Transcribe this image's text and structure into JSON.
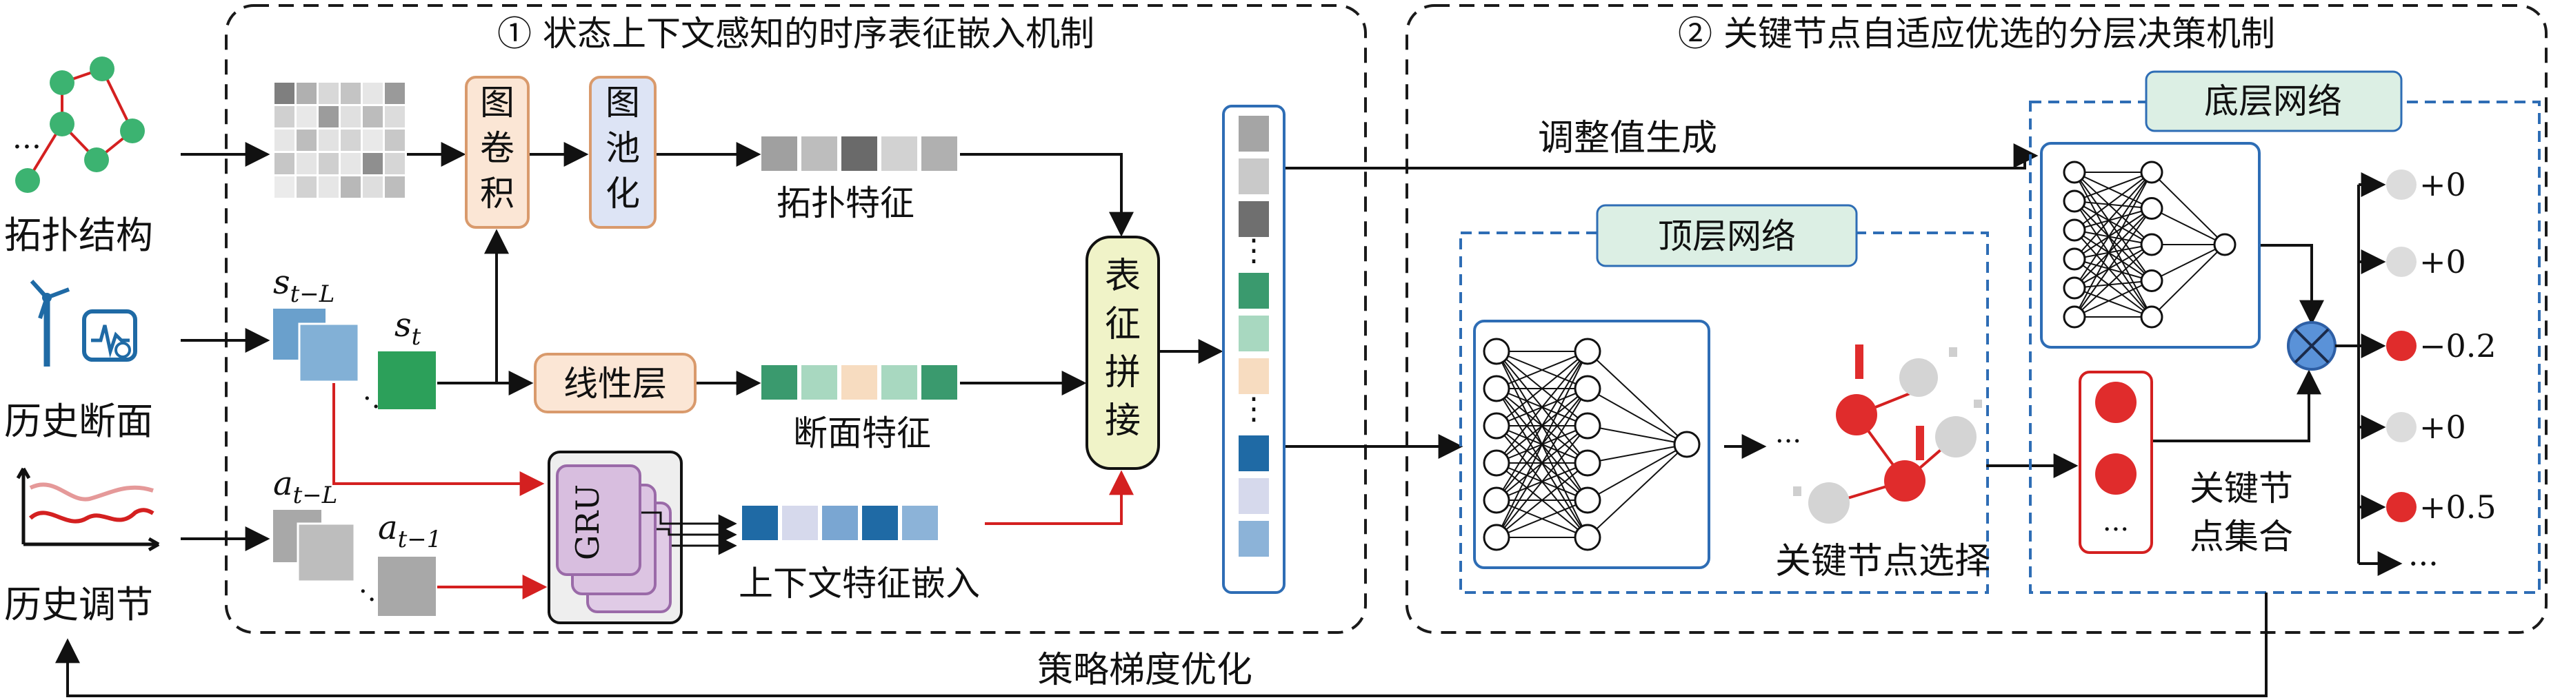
{
  "panel_left": {
    "title": "① 状态上下文感知的时序表征嵌入机制"
  },
  "panel_right": {
    "title": "② 关键节点自适应优选的分层决策机制"
  },
  "inputs": {
    "topology": "拓扑结构",
    "topology_dots": "···",
    "history_section": "历史断面",
    "history_regulation": "历史调节"
  },
  "math": {
    "s_tL_base": "s",
    "s_tL_sub": "t−L",
    "s_t_base": "s",
    "s_t_sub": "t",
    "a_tL_base": "a",
    "a_tL_sub": "t−L",
    "a_t1_base": "a",
    "a_t1_sub": "t−1",
    "dots": "·.",
    "ellipsis_v": "⋮"
  },
  "modules": {
    "graph_conv": [
      "图",
      "卷",
      "积"
    ],
    "graph_pool": [
      "图",
      "池",
      "化"
    ],
    "linear": "线性层",
    "gru": "GRU",
    "concat": [
      "表",
      "征",
      "拼",
      "接"
    ]
  },
  "features": {
    "topology": "拓扑特征",
    "section": "断面特征",
    "context": "上下文特征嵌入"
  },
  "right": {
    "adjust_gen": "调整值生成",
    "top_net": "顶层网络",
    "bottom_net": "底层网络",
    "key_node_select": "关键节点选择",
    "key_node_set": [
      "关键节",
      "点集合"
    ],
    "set_dots": "···",
    "select_dots": "···",
    "outputs": [
      "+0",
      "+0",
      "−0.2",
      "+0",
      "+0.5",
      "···"
    ],
    "output_is_key": [
      false,
      false,
      true,
      false,
      true,
      false
    ]
  },
  "feedback": "策略梯度优化",
  "colors": {
    "dashed_border": "#1a1a1a",
    "blue_dashed": "#2e6db5",
    "teal_label_bg": "#dcefe4",
    "orange_module_bg": "#fbe6d5",
    "orange_module_border": "#d99a6c",
    "blue_module_bg": "#dde4f5",
    "concat_bg": "#f0f3c8",
    "gru_fill": "#d8bedf",
    "gru_border": "#9a6aa8",
    "key_node_red": "#e02c2c",
    "red_arrow": "#d42020",
    "green_node": "#3cb371",
    "multiply_blue": "#5a92d8",
    "feature_green": "#3a9a6e",
    "feature_blue": "#2a6fa8"
  },
  "matrix_shades": [
    [
      "#7f7f7f",
      "#b0b0b0",
      "#d8d8d8",
      "#c4c4c4",
      "#e6e6e6",
      "#9a9a9a"
    ],
    [
      "#d0d0d0",
      "#e8e8e8",
      "#9c9c9c",
      "#e0e0e0",
      "#bcbcbc",
      "#dcdcdc"
    ],
    [
      "#e6e6e6",
      "#bdbdbd",
      "#e2e2e2",
      "#d4d4d4",
      "#e9e9e9",
      "#c8c8c8"
    ],
    [
      "#c6c6c6",
      "#e4e4e4",
      "#cfcfcf",
      "#e6e6e6",
      "#8f8f8f",
      "#d6d6d6"
    ],
    [
      "#ebebeb",
      "#d2d2d2",
      "#e6e6e6",
      "#b8b8b8",
      "#dedede",
      "#bdbdbd"
    ]
  ],
  "topo_feature_colors": [
    "#a0a0a0",
    "#bdbdbd",
    "#6a6a6a",
    "#d2d2d2",
    "#b0b0b0"
  ],
  "section_feature_colors": [
    "#3a9a6e",
    "#a8d8c0",
    "#f7dcc0",
    "#a8d8c0",
    "#3a9a6e"
  ],
  "context_feature_colors": [
    "#1f6aa5",
    "#d6d9ec",
    "#7aa6d2",
    "#1f6aa5",
    "#8cb3d8"
  ],
  "concat_column_colors_top": [
    "#a5a5a5",
    "#c9c9c9",
    "#6f6f6f"
  ],
  "concat_column_colors_mid": [
    "#3a9a6e",
    "#a8d8c0",
    "#f7dcc0"
  ],
  "concat_column_colors_bot": [
    "#1f6aa5",
    "#d6d9ec",
    "#8cb3d8"
  ]
}
